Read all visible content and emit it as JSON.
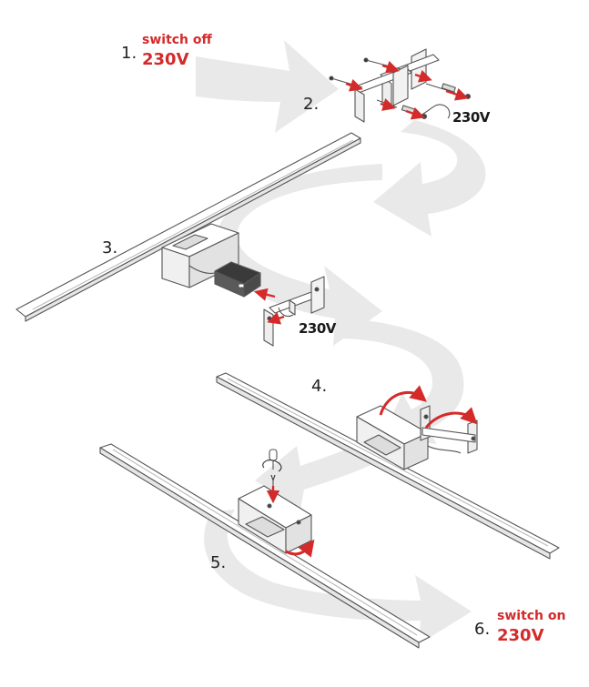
{
  "colors": {
    "accent_red": "#d42a2a",
    "flow_arrow": "#e9e9e9",
    "outline": "#555555",
    "text": "#222222"
  },
  "steps": [
    {
      "num": "1.",
      "title": "switch off",
      "voltage": "230V"
    },
    {
      "num": "2.",
      "label": "230V"
    },
    {
      "num": "3.",
      "label": "230V"
    },
    {
      "num": "4."
    },
    {
      "num": "5."
    },
    {
      "num": "6.",
      "title": "switch on",
      "voltage": "230V"
    }
  ]
}
